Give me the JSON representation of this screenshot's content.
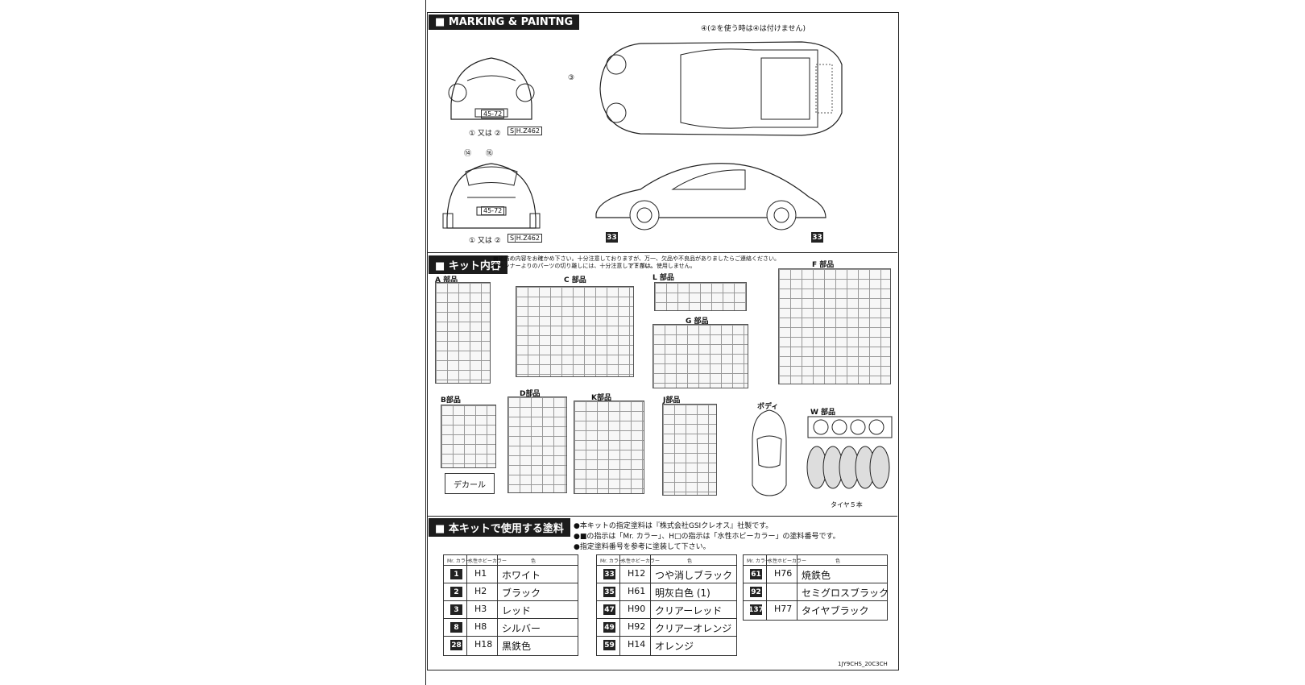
{
  "sections": {
    "marking": "MARKING & PAINTNG",
    "kit": "キット内容",
    "paint": "本キットで使用する塗料"
  },
  "marking": {
    "top_note": "④(②を使う時は④は付けません)",
    "callout_3": "③",
    "callout_14": "⑭",
    "callout_16": "⑯",
    "plate": "45-72",
    "front_caption": "① 又は ②",
    "front_serial": "S|H.Z462",
    "rear_caption": "① 又は ②",
    "rear_serial": "S|H.Z462",
    "paint_33_left": "33",
    "paint_33_right": "33"
  },
  "kit": {
    "notes": [
      "■箱詰め内容をお確かめ下さい。十分注意しておりますが、万一、欠品や不良品がありましたらご連絡ください。",
      "■ランナーよりのパーツの切り離しには、十分注意して下さい。"
    ],
    "note_tail": "アミ部は、使用しません。",
    "parts": {
      "A": "A 部品",
      "C": "C 部品",
      "L": "L 部品",
      "F": "F 部品",
      "G": "G 部品",
      "B": "B部品",
      "D": "D部品",
      "K": "K部品",
      "J": "J部品",
      "body": "ボディ",
      "W": "W 部品",
      "decal": "デカール",
      "tires": "タイヤ５本"
    }
  },
  "paint": {
    "notes": [
      "●本キットの指定塗料は『株式会社GSIクレオス』社製です。",
      "●■の指示は「Mr. カラー」、H□の指示は「水性ホビーカラー」の塗料番号です。",
      "●指定塗料番号を参考に塗装して下さい。"
    ],
    "headers": {
      "mr": "Mr. カラー",
      "hobby": "水性ホビーカラー",
      "color": "色"
    },
    "table1": [
      {
        "mr": "1",
        "h": "H1",
        "name": "ホワイト"
      },
      {
        "mr": "2",
        "h": "H2",
        "name": "ブラック"
      },
      {
        "mr": "3",
        "h": "H3",
        "name": "レッド"
      },
      {
        "mr": "8",
        "h": "H8",
        "name": "シルバー"
      },
      {
        "mr": "28",
        "h": "H18",
        "name": "黒鉄色"
      }
    ],
    "table2": [
      {
        "mr": "33",
        "h": "H12",
        "name": "つや消しブラック"
      },
      {
        "mr": "35",
        "h": "H61",
        "name": "明灰白色 (1)"
      },
      {
        "mr": "47",
        "h": "H90",
        "name": "クリアーレッド"
      },
      {
        "mr": "49",
        "h": "H92",
        "name": "クリアーオレンジ"
      },
      {
        "mr": "59",
        "h": "H14",
        "name": "オレンジ"
      }
    ],
    "table3": [
      {
        "mr": "61",
        "h": "H76",
        "name": "焼鉄色"
      },
      {
        "mr": "92",
        "h": "",
        "name": "セミグロスブラック"
      },
      {
        "mr": "137",
        "h": "H77",
        "name": "タイヤブラック"
      }
    ]
  },
  "footer": {
    "code": "1JY9CHS_20C3CH"
  }
}
